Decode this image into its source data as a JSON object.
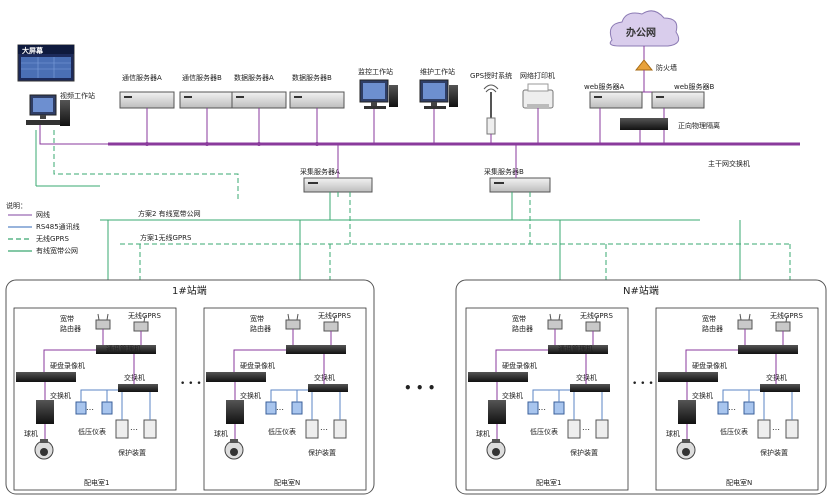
{
  "colors": {
    "bus": "#8a3a9c",
    "network": "#9a6bb5",
    "rs485": "#5b86c6",
    "gprs": "#3aa870",
    "broadband": "#3aa870",
    "station_border": "#555555",
    "device_dark": "#2a2a2a",
    "device_light": "#d6d6d6",
    "cloud": "#b9a7d9"
  },
  "top": {
    "big_screen_label": "大屏幕",
    "video_workstation": "视频工作站",
    "servers": [
      {
        "label": "通信服务器A"
      },
      {
        "label": "通信服务器B"
      },
      {
        "label": "数据服务器A"
      },
      {
        "label": "数据服务器B"
      }
    ],
    "monitor_workstation": "监控工作站",
    "maint_workstation": "维护工作站",
    "gps_clock": "GPS授时系统",
    "network_printer": "网络打印机",
    "web_server_a": "web服务器A",
    "web_server_b": "web服务器B",
    "office_network": "办公网",
    "firewall": "防火墙",
    "isolator": "正向物理隔离",
    "main_switch": "主干网交换机",
    "collect_a": "采集服务器A",
    "collect_b": "采集服务器B"
  },
  "legend": {
    "title": "说明：",
    "items": [
      {
        "key": "network",
        "label": "网线"
      },
      {
        "key": "rs485",
        "label": "RS485通讯线"
      },
      {
        "key": "gprs",
        "label": "无线GPRS"
      },
      {
        "key": "broadband",
        "label": "有线宽带公网"
      }
    ]
  },
  "plans": {
    "plan2": "方案2 有线宽带公网",
    "plan1": "方案1无线GPRS"
  },
  "stations": [
    {
      "title": "1#站端",
      "rooms": [
        {
          "label": "配电室1",
          "router": "宽带\n路由器",
          "gprs": "无线GPRS",
          "comm_mgr": "通讯管理机",
          "dvr": "硬盘录像机",
          "switch": "交换机",
          "dome": "球机",
          "meter": "低压仪表",
          "protect": "保护装置",
          "has_comm": true
        },
        {
          "label": "配电室N",
          "router": "宽带\n路由器",
          "gprs": "无线GPRS",
          "comm_mgr": "",
          "dvr": "硬盘录像机",
          "switch": "交换机",
          "dome": "球机",
          "meter": "低压仪表",
          "protect": "保护装置",
          "has_comm": false
        }
      ]
    },
    {
      "title": "N#站端",
      "rooms": [
        {
          "label": "配电室1",
          "router": "宽带\n路由器",
          "gprs": "无线GPRS",
          "comm_mgr": "通讯管理机",
          "dvr": "硬盘录像机",
          "switch": "交换机",
          "dome": "球机",
          "meter": "低压仪表",
          "protect": "保护装置",
          "has_comm": true
        },
        {
          "label": "配电室N",
          "router": "宽带\n路由器",
          "gprs": "无线GPRS",
          "comm_mgr": "",
          "dvr": "硬盘录像机",
          "switch": "交换机",
          "dome": "球机",
          "meter": "低压仪表",
          "protect": "保护装置",
          "has_comm": false
        }
      ]
    }
  ]
}
